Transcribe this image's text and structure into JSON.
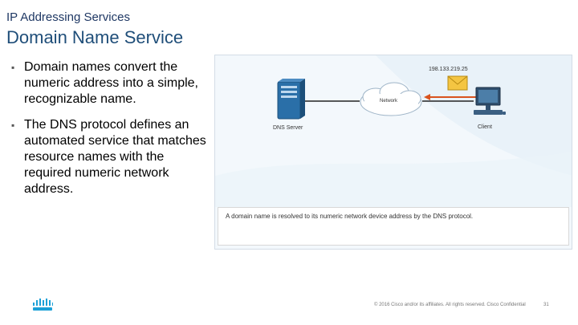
{
  "header": {
    "subtitle": "IP Addressing Services",
    "title": "Domain Name Service"
  },
  "bullets": [
    "Domain names convert the numeric address into a simple, recognizable name.",
    "The DNS protocol defines an automated service that matches resource names with the required numeric network address."
  ],
  "figure": {
    "ip_label": "198.133.219.25",
    "network_label": "Network",
    "server_label": "DNS Server",
    "client_label": "Client",
    "caption": "A domain name is resolved to its numeric network device address by the DNS protocol."
  },
  "footer": {
    "copyright": "© 2016 Cisco and/or its affiliates. All rights reserved. Cisco Confidential",
    "page": "31"
  },
  "logo": {
    "icon": "cisco-logo-icon"
  },
  "colors": {
    "title": "#1f4e79",
    "arrow": "#d9531e",
    "envelope": "#f4c542",
    "server": "#2a6fa8"
  }
}
